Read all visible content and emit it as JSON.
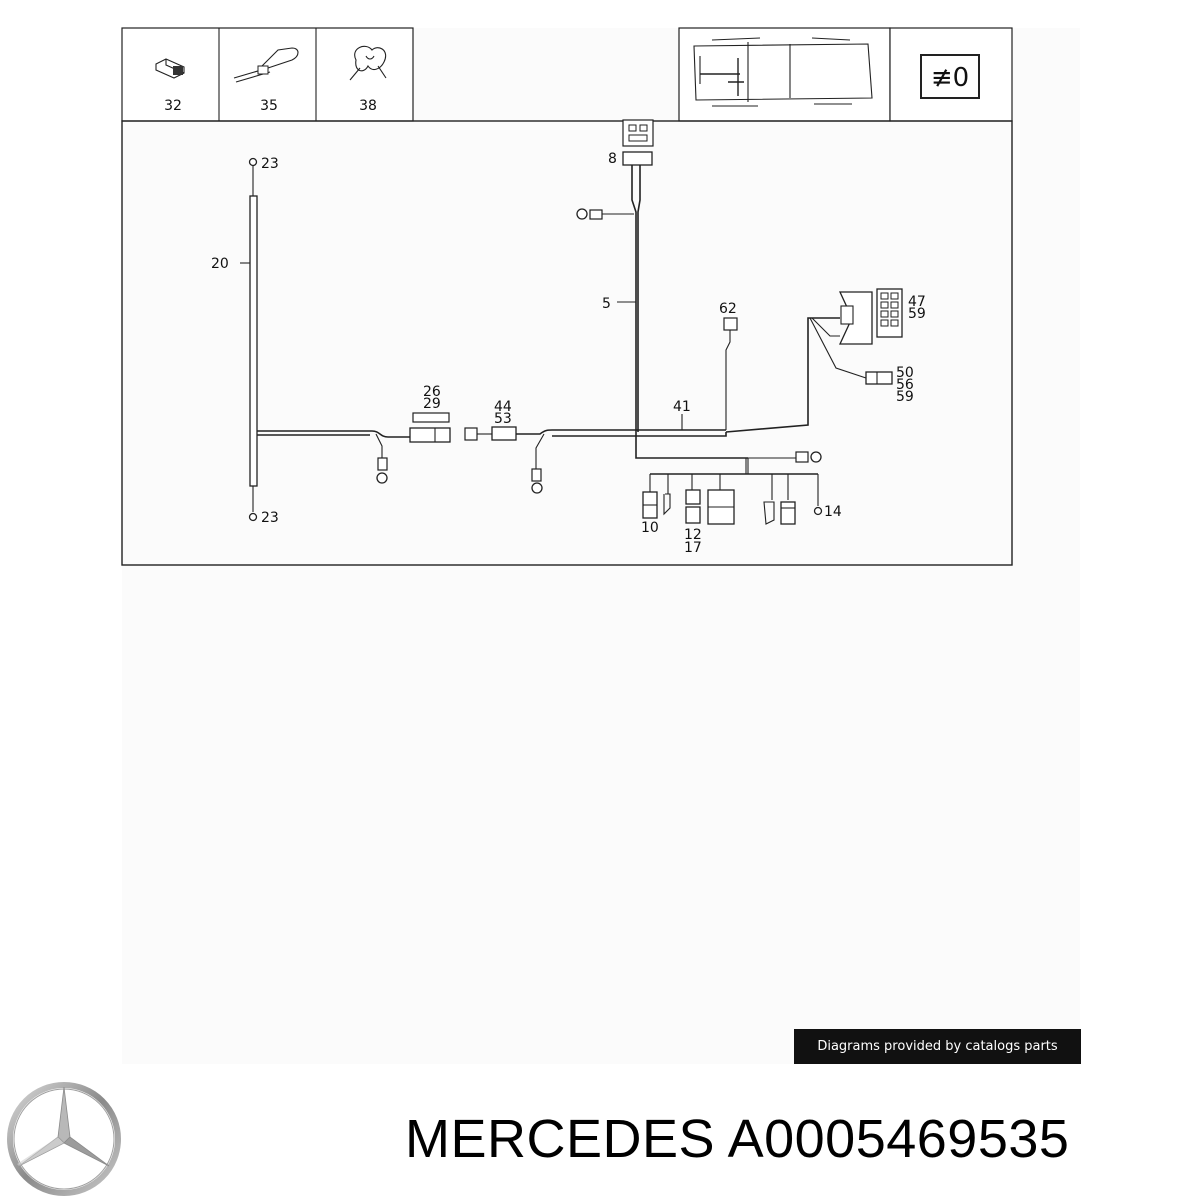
{
  "thumbnails": [
    {
      "label": "32",
      "icon": "clip-icon"
    },
    {
      "label": "35",
      "icon": "cable-tie-icon"
    },
    {
      "label": "38",
      "icon": "holder-clip-icon"
    }
  ],
  "symbol": {
    "text": "≢0",
    "icon": "fog-light-symbol-icon"
  },
  "vehicle_icon": "vehicle-location-icon",
  "callouts": {
    "c5": "5",
    "c8": "8",
    "c10": "10",
    "c12": "12",
    "c14": "14",
    "c17": "17",
    "c20": "20",
    "c23_top": "23",
    "c23_bottom": "23",
    "c26": "26",
    "c29": "29",
    "c41": "41",
    "c44": "44",
    "c47": "47",
    "c50": "50",
    "c53": "53",
    "c56": "56",
    "c59_a": "59",
    "c59_b": "59",
    "c62": "62"
  },
  "credit": "Diagrams provided by catalogs parts",
  "brand": "MERCEDES",
  "part_number": "A0005469535",
  "logo_icon": "mercedes-star-icon"
}
